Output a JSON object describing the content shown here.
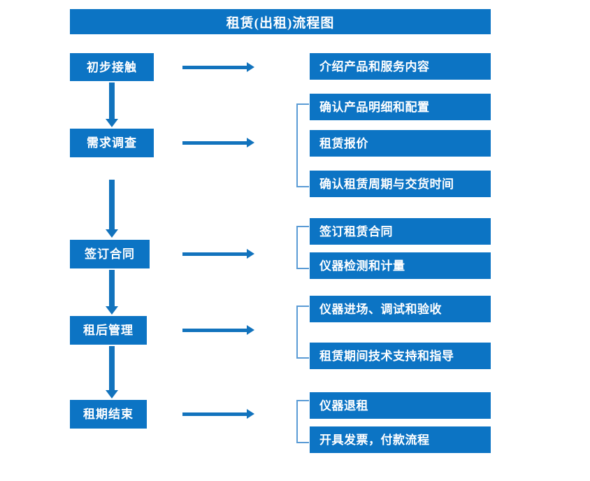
{
  "diagram": {
    "title": "租赁(出租)流程图",
    "accent_color": "#0c74c4",
    "arrow_color": "#1273bd",
    "bracket_color": "#5a9bd5",
    "background_color": "#ffffff"
  },
  "stages": [
    {
      "label": "初步接触"
    },
    {
      "label": "需求调查"
    },
    {
      "label": "签订合同"
    },
    {
      "label": "租后管理"
    },
    {
      "label": "租期结束"
    }
  ],
  "details": [
    {
      "label": "介绍产品和服务内容"
    },
    {
      "label": "确认产品明细和配置"
    },
    {
      "label": "租赁报价"
    },
    {
      "label": "确认租赁周期与交货时间"
    },
    {
      "label": "签订租赁合同"
    },
    {
      "label": "仪器检测和计量"
    },
    {
      "label": "仪器进场、调试和验收"
    },
    {
      "label": "租赁期间技术支持和指导"
    },
    {
      "label": "仪器退租"
    },
    {
      "label": "开具发票，付款流程"
    }
  ]
}
